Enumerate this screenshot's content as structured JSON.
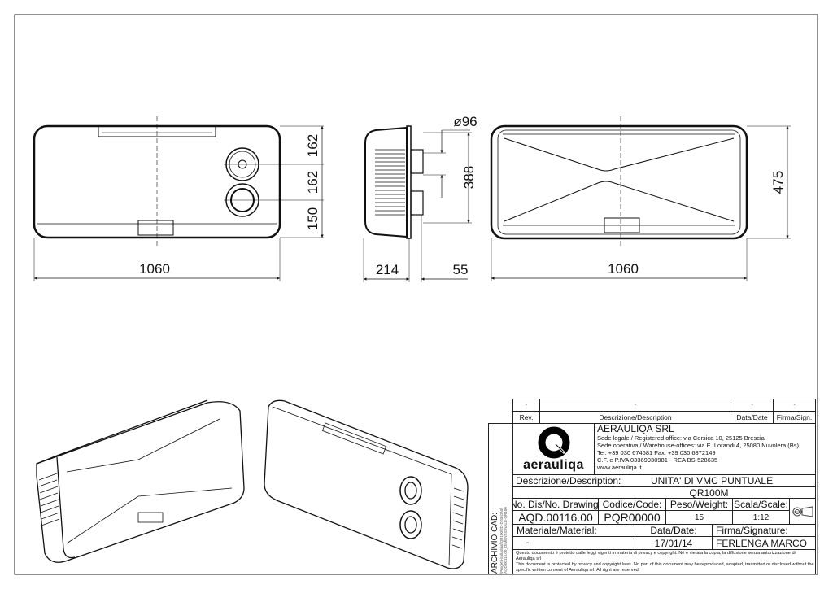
{
  "views": {
    "back": {
      "width": "1060",
      "dim_top": "162",
      "dim_mid": "162",
      "dim_bottom": "150"
    },
    "side": {
      "diameter": "ø96",
      "spigot_spacing": "388",
      "depth": "214",
      "spigot_length": "55"
    },
    "front": {
      "width": "1060",
      "height": "475"
    }
  },
  "revision_table": {
    "values": [
      "-",
      "-",
      "-",
      "-"
    ],
    "headers": [
      "Rev.",
      "Descrizione/Description",
      "Data/Date",
      "Firma/Sign."
    ]
  },
  "title_block": {
    "logo_text": "aerauliqa",
    "company": "AERAULIQA SRL",
    "info_lines": [
      "Sede legale / Registered office: via Corsica 10, 25125 Brescia",
      "Sede operativa / Warehouse-offices: via E. Lorandi 4, 25080 Nuvolera (Bs)",
      "Tel: +39 030 674681 Fax: +39 030 6872149",
      "C.F. e P.IVA 03369930981 - REA BS-528635",
      "www.aerauliqa.it"
    ],
    "description_label": "Descrizione/Description:",
    "description": "UNITA' DI VMC PUNTUALE",
    "model": "QR100M",
    "drawing_no_label": "No. Dis/No. Drawing:",
    "drawing_no": "AQD.00116.00",
    "code_label": "Codice/Code:",
    "code": "PQR00000",
    "weight_label": "Peso/Weight:",
    "weight": "15",
    "scale_label": "Scala/Scale:",
    "scale": "1:12",
    "material_label": "Materiale/Material:",
    "material": "-",
    "date_label": "Data/Date:",
    "date": "17/01/14",
    "signature_label": "Firma/Signature:",
    "signature": "FERLENGA MARCO",
    "archive_label": "ARCHIVIO CAD:",
    "archive_path_1": "\\Progetti-Industrial\\QR100\\2D-DISEGNI\\",
    "archive_path_2": "AQD.00116.00_DIMENSIONALE-QR100",
    "disclaimer_it": "Questo documento è protetto dalle leggi vigenti in materia di privacy e copyright. Né è vietata la copia, la diffusione senza autorizzazione di Aerauliqa srl",
    "disclaimer_en": "This document is protected by privacy and copyright laws. No part of this document may be reproduced, adapted, trasmitted or disclosed without the specific written consent of Aerauliqa srl. All right are reserved."
  }
}
